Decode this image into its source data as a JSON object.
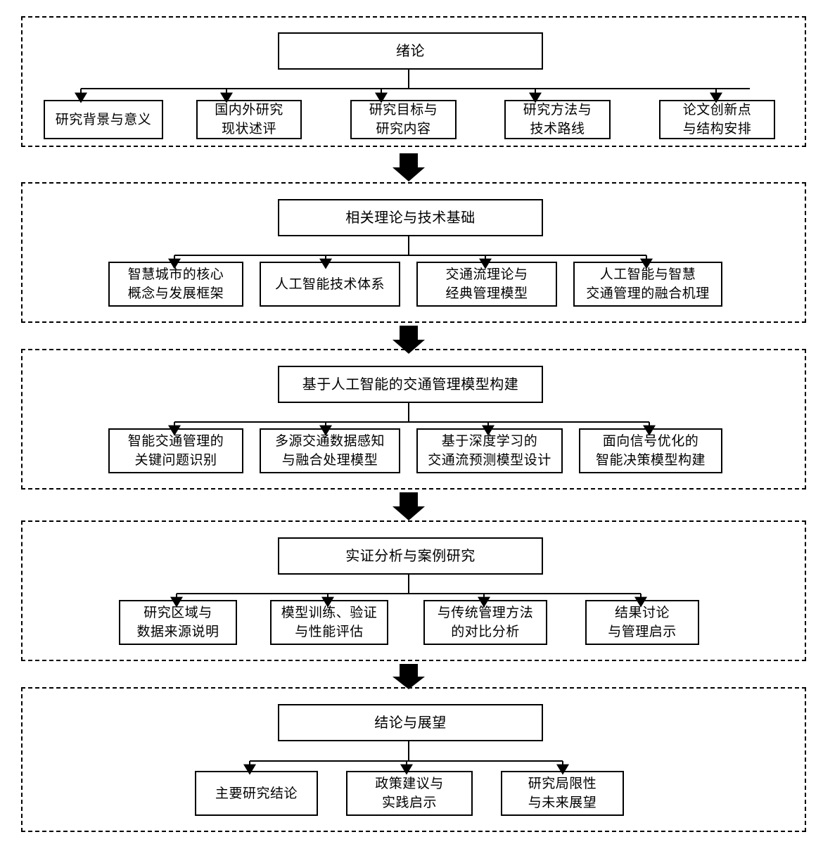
{
  "diagram": {
    "title": "论文技术路线图",
    "type": "flowchart",
    "orientation": "top-to-bottom",
    "border_style": "dashed",
    "node_border_color": "#000000",
    "background_color": "#ffffff",
    "connector_color": "#000000"
  },
  "sections": [
    {
      "id": "chapter-1",
      "parent": "绪论",
      "children": [
        "研究背景与意义",
        "国内外研究\n现状述评",
        "研究目标与\n研究内容",
        "研究方法与\n技术路线",
        "论文创新点\n与结构安排"
      ]
    },
    {
      "id": "chapter-2",
      "parent": "相关理论与技术基础",
      "children": [
        "智慧城市的核心\n概念与发展框架",
        "人工智能技术体系",
        "交通流理论与\n经典管理模型",
        "人工智能与智慧\n交通管理的融合机理"
      ]
    },
    {
      "id": "chapter-3",
      "parent": "基于人工智能的交通管理模型构建",
      "children": [
        "智能交通管理的\n关键问题识别",
        "多源交通数据感知\n与融合处理模型",
        "基于深度学习的\n交通流预测模型设计",
        "面向信号优化的\n智能决策模型构建"
      ]
    },
    {
      "id": "chapter-4",
      "parent": "实证分析与案例研究",
      "children": [
        "研究区域与\n数据来源说明",
        "模型训练、验证\n与性能评估",
        "与传统管理方法\n的对比分析",
        "结果讨论\n与管理启示"
      ]
    },
    {
      "id": "chapter-5",
      "parent": "结论与展望",
      "children": [
        "主要研究结论",
        "政策建议与\n实践启示",
        "研究局限性\n与未来展望"
      ]
    }
  ]
}
